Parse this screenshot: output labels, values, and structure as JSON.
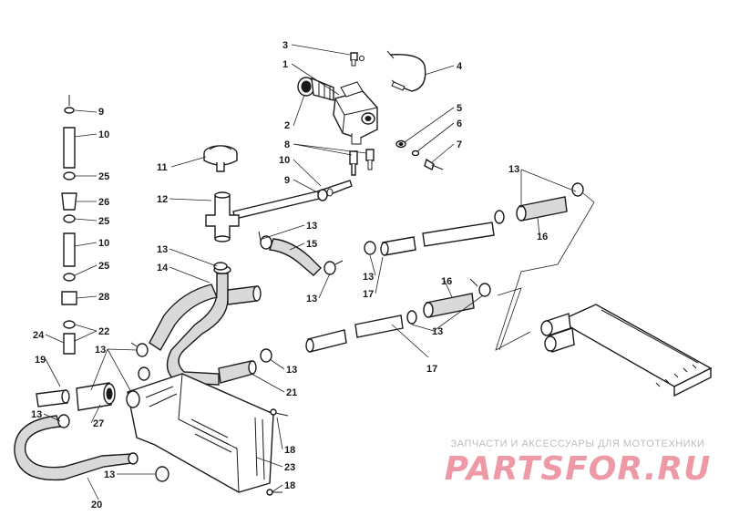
{
  "callouts": [
    {
      "id": "c1",
      "text": "3"
    },
    {
      "id": "c2",
      "text": "1"
    },
    {
      "id": "c3",
      "text": "4"
    },
    {
      "id": "c4",
      "text": "2"
    },
    {
      "id": "c5",
      "text": "5"
    },
    {
      "id": "c6",
      "text": "6"
    },
    {
      "id": "c7",
      "text": "7"
    },
    {
      "id": "c8",
      "text": "8"
    },
    {
      "id": "c9",
      "text": "10"
    },
    {
      "id": "c10",
      "text": "9"
    },
    {
      "id": "c11",
      "text": "11"
    },
    {
      "id": "c12",
      "text": "12"
    },
    {
      "id": "c13",
      "text": "13"
    },
    {
      "id": "c14",
      "text": "15"
    },
    {
      "id": "c15",
      "text": "13"
    },
    {
      "id": "c16",
      "text": "14"
    },
    {
      "id": "c17",
      "text": "13"
    },
    {
      "id": "c18",
      "text": "13"
    },
    {
      "id": "c19",
      "text": "17"
    },
    {
      "id": "c20",
      "text": "13"
    },
    {
      "id": "c21",
      "text": "16"
    },
    {
      "id": "c22",
      "text": "16"
    },
    {
      "id": "c23",
      "text": "13"
    },
    {
      "id": "c24",
      "text": "17"
    },
    {
      "id": "c25",
      "text": "13"
    },
    {
      "id": "c26",
      "text": "21"
    },
    {
      "id": "c27",
      "text": "9"
    },
    {
      "id": "c28",
      "text": "10"
    },
    {
      "id": "c29",
      "text": "25"
    },
    {
      "id": "c30",
      "text": "26"
    },
    {
      "id": "c31",
      "text": "25"
    },
    {
      "id": "c32",
      "text": "10"
    },
    {
      "id": "c33",
      "text": "25"
    },
    {
      "id": "c34",
      "text": "28"
    },
    {
      "id": "c35",
      "text": "22"
    },
    {
      "id": "c36",
      "text": "24"
    },
    {
      "id": "c37",
      "text": "19"
    },
    {
      "id": "c38",
      "text": "13"
    },
    {
      "id": "c39",
      "text": "13"
    },
    {
      "id": "c40",
      "text": "27"
    },
    {
      "id": "c41",
      "text": "18"
    },
    {
      "id": "c42",
      "text": "23"
    },
    {
      "id": "c43",
      "text": "18"
    },
    {
      "id": "c44",
      "text": "13"
    },
    {
      "id": "c45",
      "text": "20"
    }
  ],
  "watermark": {
    "tagline": "ЗАПЧАСТИ И АКСЕССУАРЫ ДЛЯ МОТОТЕХНИКИ",
    "logo": "PARTSFOR.RU"
  }
}
